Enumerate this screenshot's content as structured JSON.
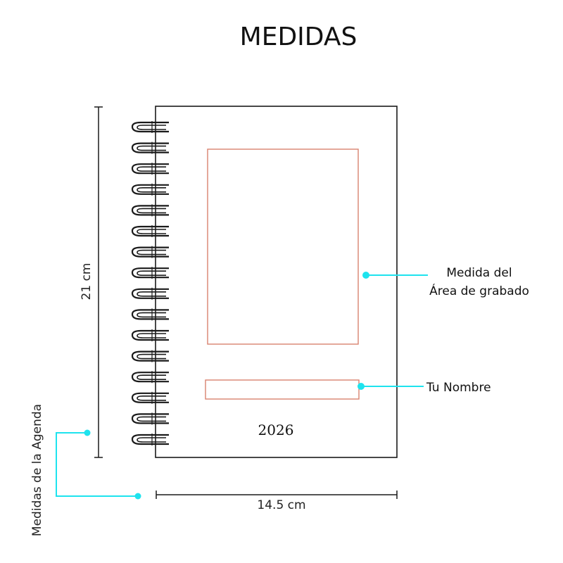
{
  "title": "MEDIDAS",
  "dimensions": {
    "height_label": "21 cm",
    "width_label": "14.5 cm"
  },
  "callouts": {
    "engraving_area_line1": "Medida del",
    "engraving_area_line2": "Área de grabado",
    "name_area": "Tu Nombre",
    "agenda_measures": "Medidas de la Agenda"
  },
  "notebook": {
    "year": "2026",
    "spiral_ring_count": 16
  },
  "colors": {
    "accent_cyan": "#1ee3ee",
    "engrave_box": "#d9826f",
    "outline": "#1a1a1a"
  }
}
